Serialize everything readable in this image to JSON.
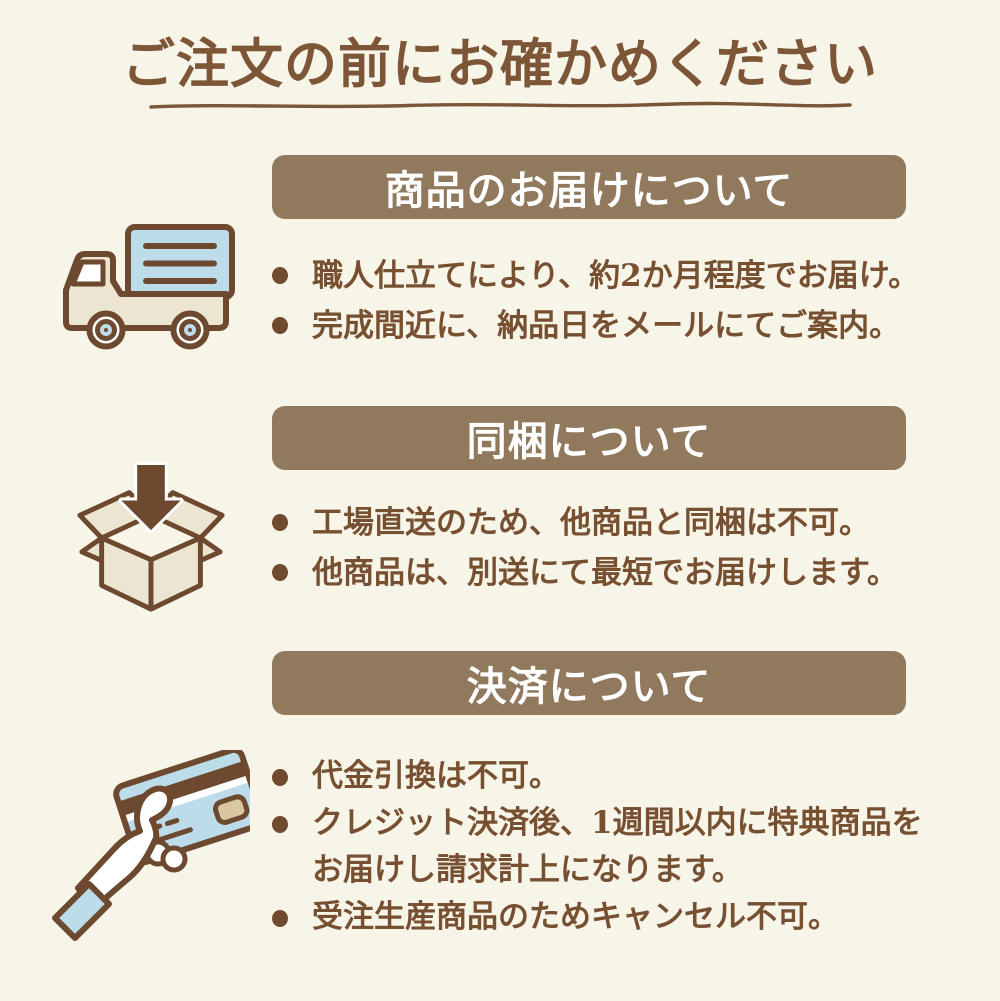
{
  "page": {
    "title": "ご注文の前にお確かめください",
    "background_color": "#f7f4e8",
    "accent_color": "#91795d",
    "title_color": "#7d5638",
    "body_text_color": "#774f31",
    "icon_outline_color": "#6d4a2f",
    "icon_blue": "#bcdcea",
    "icon_cream": "#ece5d1"
  },
  "sections": [
    {
      "id": "delivery",
      "icon": "truck-icon",
      "heading": "商品のお届けについて",
      "bullets": [
        "職人仕立てにより、約2か月程度でお届け。",
        "完成間近に、納品日をメールにてご案内。"
      ]
    },
    {
      "id": "bundling",
      "icon": "box-icon",
      "heading": "同梱について",
      "bullets": [
        "工場直送のため、他商品と同梱は不可。",
        "他商品は、別送にて最短でお届けします。"
      ]
    },
    {
      "id": "payment",
      "icon": "credit-card-hand-icon",
      "heading": "決済について",
      "bullets": [
        "代金引換は不可。",
        "クレジット決済後、1週間以内に特典商品をお届けし請求計上になります。",
        "受注生産商品のためキャンセル不可。"
      ]
    }
  ]
}
